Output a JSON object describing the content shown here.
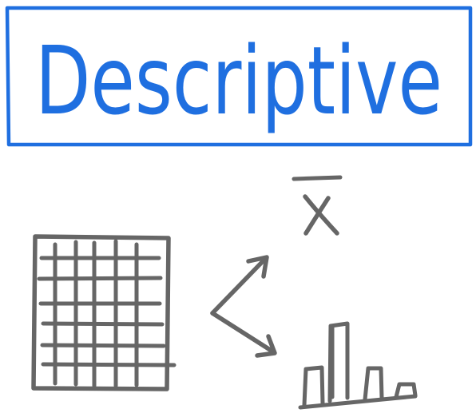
{
  "title": "Descriptive",
  "mean_symbol": "x̄",
  "colors": {
    "blue": "#1f6fe0",
    "gray": "#666666",
    "background": "#ffffff"
  },
  "icons": {
    "table": "grid-table-icon",
    "arrows": "branch-arrows-icon",
    "chart": "bar-chart-icon",
    "mean": "x-bar-mean-symbol"
  }
}
